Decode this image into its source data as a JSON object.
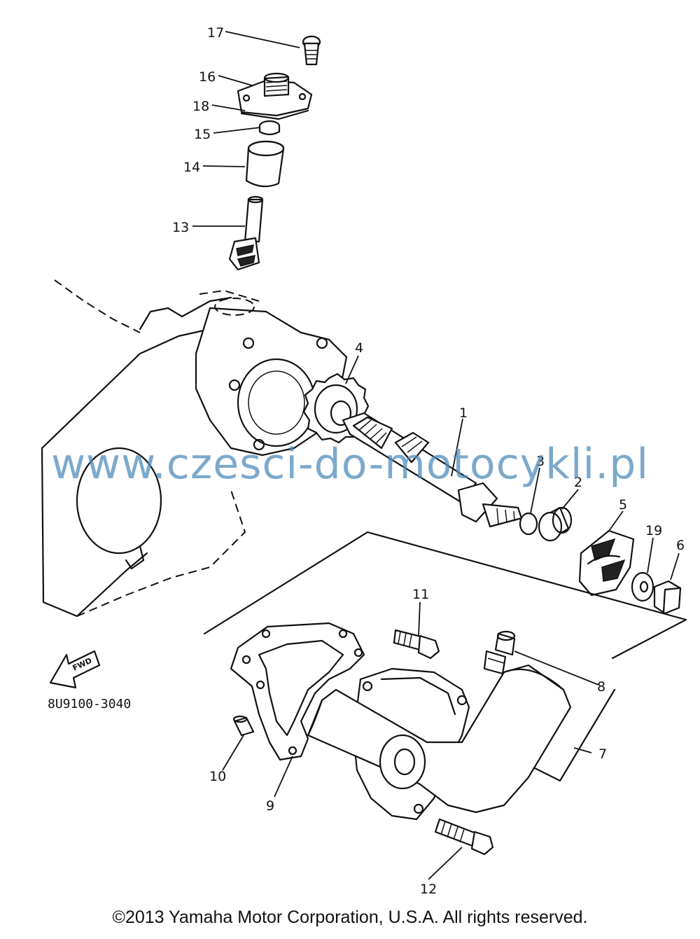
{
  "diagram": {
    "part_labels": [
      {
        "id": "label-17",
        "text": "17"
      },
      {
        "id": "label-16",
        "text": "16"
      },
      {
        "id": "label-18",
        "text": "18"
      },
      {
        "id": "label-15",
        "text": "15"
      },
      {
        "id": "label-14",
        "text": "14"
      },
      {
        "id": "label-13",
        "text": "13"
      },
      {
        "id": "label-4",
        "text": "4"
      },
      {
        "id": "label-1",
        "text": "1"
      },
      {
        "id": "label-3",
        "text": "3"
      },
      {
        "id": "label-2",
        "text": "2"
      },
      {
        "id": "label-5",
        "text": "5"
      },
      {
        "id": "label-19",
        "text": "19"
      },
      {
        "id": "label-6",
        "text": "6"
      },
      {
        "id": "label-11",
        "text": "11"
      },
      {
        "id": "label-8",
        "text": "8"
      },
      {
        "id": "label-7",
        "text": "7"
      },
      {
        "id": "label-10",
        "text": "10"
      },
      {
        "id": "label-9",
        "text": "9"
      },
      {
        "id": "label-12",
        "text": "12"
      }
    ],
    "fwd_label": "FWD",
    "diagram_code": "8U9100-3040"
  },
  "watermark": "www.czesci-do-motocykli.pl",
  "copyright": "©2013 Yamaha Motor Corporation, U.S.A. All rights reserved."
}
